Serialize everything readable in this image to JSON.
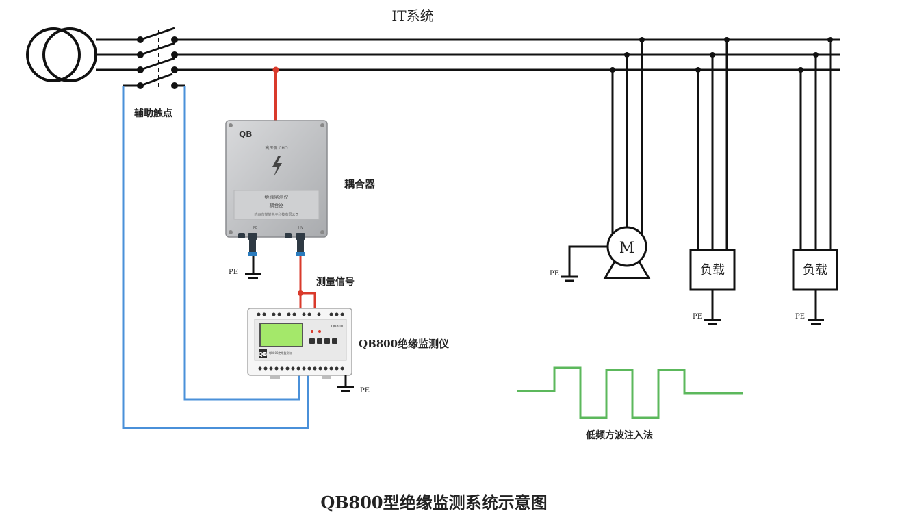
{
  "diagram": {
    "system_title": "IT系统",
    "aux_contact_label": "辅助触点",
    "coupler_label": "耦合器",
    "measure_signal_label": "测量信号",
    "monitor_label": "QB800绝缘监测仪",
    "pe_label": "PE",
    "motor_label": "M",
    "load_label": "负载",
    "waveform_label": "低频方波注入法",
    "figure_caption": "QB800型绝缘监测系统示意图",
    "coupler_box": {
      "logo": "QB",
      "top_text": "高压侧 CHO",
      "panel_line1": "绝缘监测仪",
      "panel_line2": "耦合器",
      "panel_line3": "杭州市某某电子科技有限公司",
      "port_left": "PE",
      "port_right": "HV"
    },
    "monitor_box": {
      "logo": "QB",
      "brand_text": "QB800绝缘监测仪",
      "model_text": "QB800"
    },
    "colors": {
      "line": "#111111",
      "red_wire": "#d93a2b",
      "blue_wire": "#4a90d9",
      "wave": "#5cb85c",
      "lcd": "#a4e86a"
    }
  }
}
